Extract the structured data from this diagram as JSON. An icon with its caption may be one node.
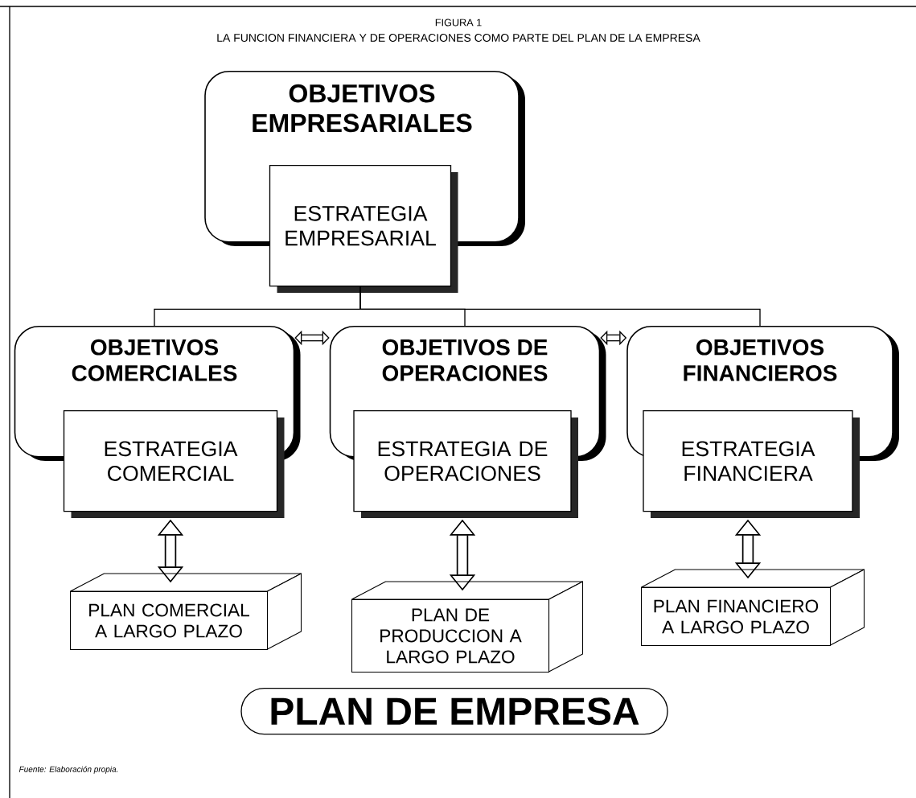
{
  "diagram": {
    "title": "LA FUNCION FINANCIERA Y DE OPERACIONES COMO PARTE DEL PLAN DE LA EMPRESA",
    "caption": "Fuente: Elaboración propia.",
    "nodes": [
      {
        "text": [
          "OBJETIVOS EMPRESARIALES"
        ]
      },
      {
        "text": [
          "ESTRATEGIA EMPRESARIAL"
        ]
      },
      {
        "text": [
          "OBJETIVOS COMERCIALES"
        ]
      },
      {
        "text": [
          "ESTRATEGIA COMERCIAL"
        ]
      },
      {
        "text": [
          "OBJETIVOS DE OPERACIONES"
        ]
      },
      {
        "text": [
          "ESTRATEGIA DE OPERACIONES"
        ]
      },
      {
        "text": [
          "OBJETIVOS FINANCIEROS"
        ]
      },
      {
        "text": [
          "ESTRATEGIA FINANCIERA"
        ]
      },
      {
        "text": [
          "PLAN COMERCIAL A LARGO PLAZO"
        ]
      },
      {
        "text": [
          "PLAN DE PRODUCCION A LARGO PLAZO"
        ]
      },
      {
        "text": [
          "PLAN FINANCIERO A LARGO PLAZO"
        ]
      },
      {
        "text": [
          "PLAN DE EMPRESA"
        ]
      }
    ],
    "edges": [
      {
        "from": 1,
        "to": 2,
        "arrow": "none"
      },
      {
        "from": 1,
        "to": 4,
        "arrow": "none"
      },
      {
        "from": 1,
        "to": 6,
        "arrow": "none"
      },
      {
        "from": 2,
        "to": 4,
        "arrow": "both"
      },
      {
        "from": 4,
        "to": 6,
        "arrow": "both"
      },
      {
        "from": 3,
        "to": 8,
        "arrow": "both"
      },
      {
        "from": 5,
        "to": 9,
        "arrow": "both"
      },
      {
        "from": 7,
        "to": 10,
        "arrow": "both"
      }
    ],
    "labels": [
      "FIGURA 1"
    ]
  }
}
